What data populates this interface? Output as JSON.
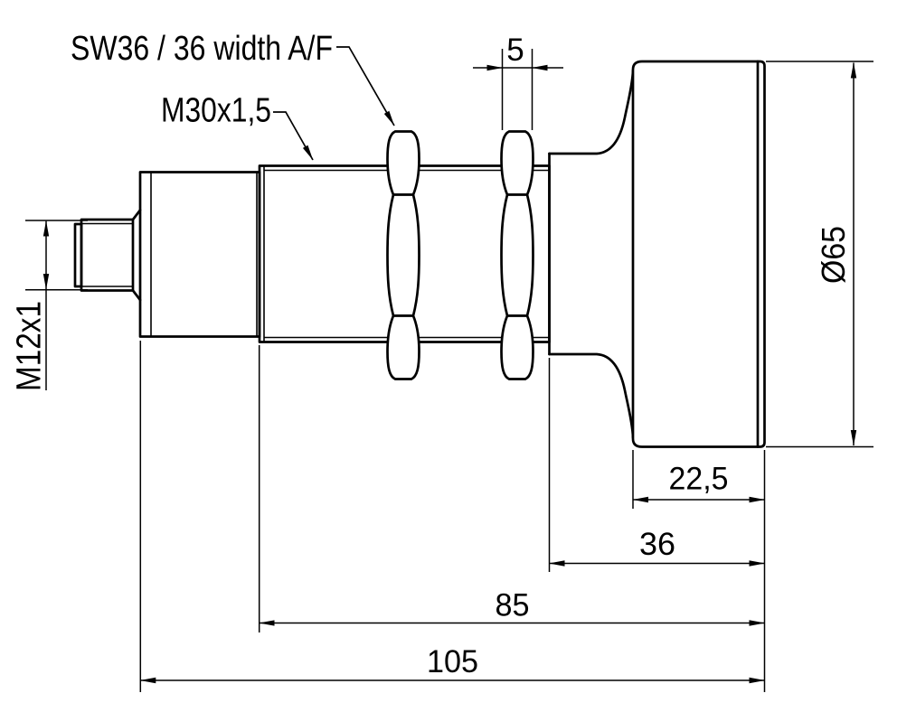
{
  "labels": {
    "wrench_size": "SW36 / 36 width A/F",
    "mounting_thread": "M30x1,5",
    "connector_thread": "M12x1",
    "head_diameter": "Ø65"
  },
  "dimensions": {
    "lock_nut_width": "5",
    "head_length": "22,5",
    "head_and_horn_length": "36",
    "thread_to_face_length": "85",
    "overall_length": "105"
  },
  "colors": {
    "line": "#000000",
    "background": "#ffffff"
  }
}
